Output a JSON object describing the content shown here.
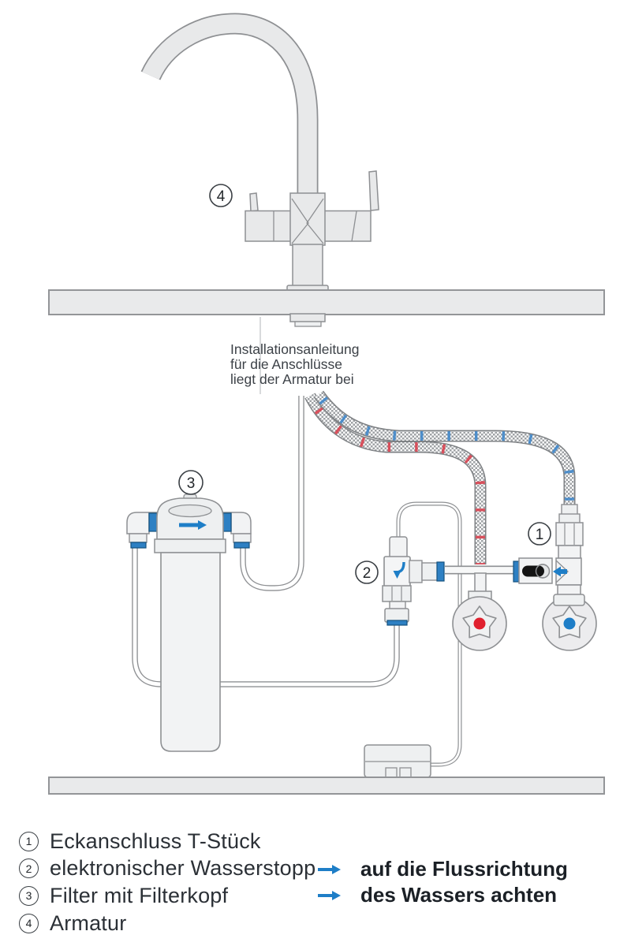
{
  "install_note": {
    "line1": "Installationsanleitung",
    "line2": "für die Anschlüsse",
    "line3": "liegt der Armatur bei"
  },
  "callouts": {
    "c1": "1",
    "c2": "2",
    "c3": "3",
    "c4": "4"
  },
  "legend": {
    "items": [
      {
        "number": "1",
        "label": "Eckanschluss T-Stück"
      },
      {
        "number": "2",
        "label": "elektronischer Wasserstopp"
      },
      {
        "number": "3",
        "label": "Filter mit Filterkopf"
      },
      {
        "number": "4",
        "label": "Armatur"
      }
    ]
  },
  "flow_note": {
    "line1": "auf die Flussrichtung",
    "line2": "des Wassers achten"
  },
  "colors": {
    "accent_blue": "#1e7ec7",
    "hot_red": "#e0202e",
    "cold_blue": "#1e7ec7",
    "hose_stripe_red": "#d8414f",
    "hose_stripe_blue": "#3f86c9",
    "line_gray": "#8e9093",
    "fill_gray": "#e8e9ea"
  }
}
